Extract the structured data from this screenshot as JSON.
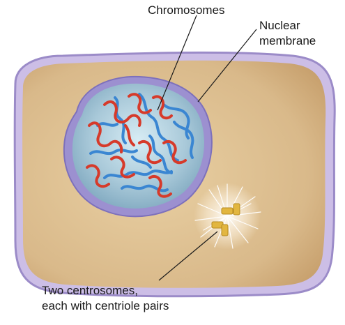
{
  "labels": {
    "chromosomes": "Chromosomes",
    "nuclear_membrane_line1": "Nuclear",
    "nuclear_membrane_line2": "membrane",
    "centrosomes_line1": "Two centrosomes,",
    "centrosomes_line2": "each with centriole pairs"
  },
  "colors": {
    "background": "#ffffff",
    "cell_membrane": "#b3a3d6",
    "cytoplasm": "#d9b98a",
    "nucleus_fill": "#a9c9d9",
    "nuclear_envelope": "#8f84c9",
    "chromosome_red": "#d63a2a",
    "chromosome_blue": "#3a86d2",
    "centriole": "#e2b640",
    "label_text": "#1a1a1a",
    "leader_line": "#1a1a1a"
  }
}
